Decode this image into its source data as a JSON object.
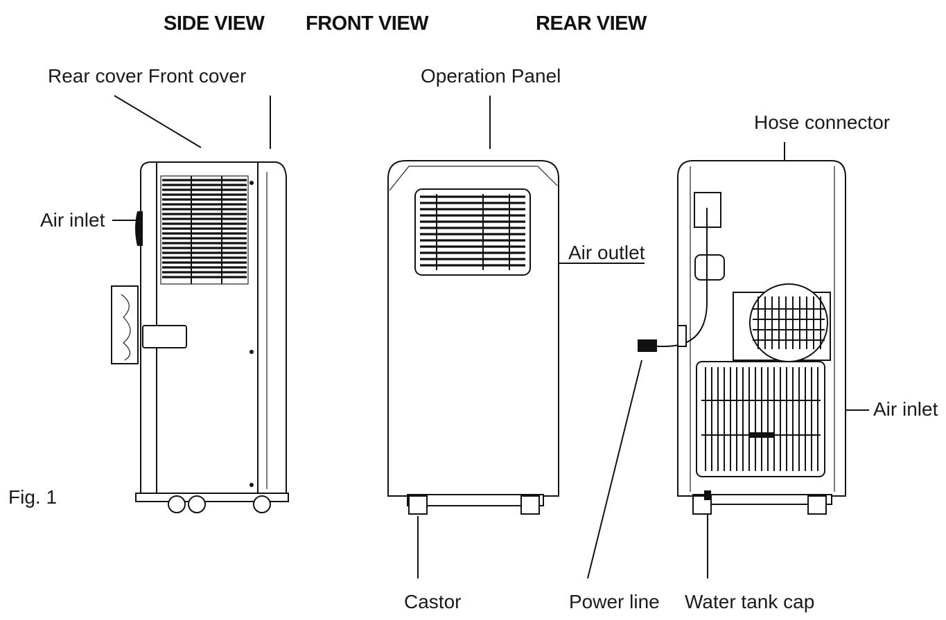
{
  "titles": {
    "side": "SIDE VIEW",
    "front": "FRONT VIEW",
    "rear": "REAR VIEW"
  },
  "labels": {
    "rear_front_cover": "Rear cover Front cover",
    "operation_panel": "Operation Panel",
    "hose_connector": "Hose connector",
    "air_inlet_side": "Air inlet",
    "air_outlet": "Air outlet",
    "air_inlet_rear": "Air inlet",
    "fig": "Fig. 1",
    "castor": "Castor",
    "power_line": "Power line",
    "water_tank_cap": "Water tank cap"
  }
}
